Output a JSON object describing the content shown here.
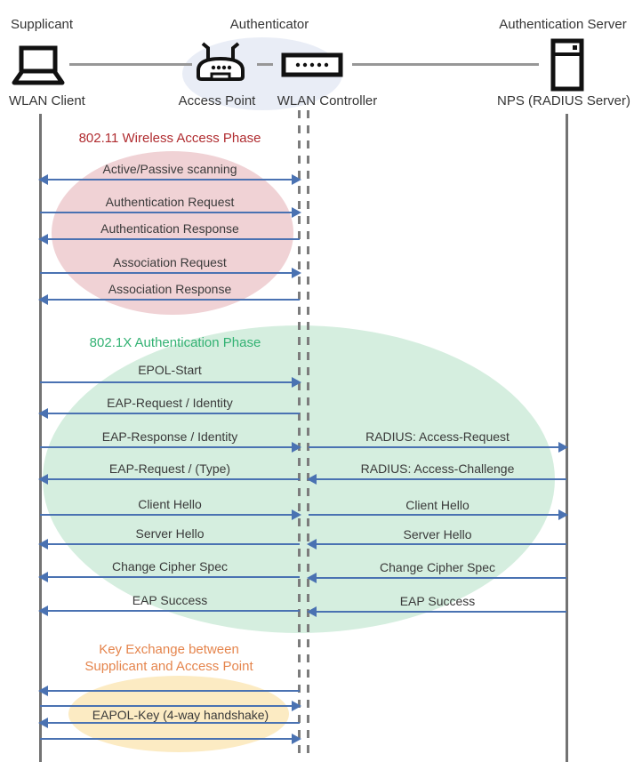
{
  "diagram": {
    "header": {
      "supplicant": {
        "role": "Supplicant",
        "device": "WLAN Client",
        "icon": "laptop-icon"
      },
      "authenticator": {
        "role": "Authenticator",
        "devices": [
          {
            "name": "Access Point",
            "icon": "access-point-icon"
          },
          {
            "name": "WLAN Controller",
            "icon": "wlan-controller-icon"
          }
        ]
      },
      "server": {
        "role": "Authentication Server",
        "device": "NPS (RADIUS Server)",
        "icon": "server-icon"
      }
    },
    "phases": {
      "wireless": {
        "title": "802.11 Wireless Access Phase",
        "title_color": "#b02c30",
        "ellipse_color": "#f0d2d5",
        "messages": [
          {
            "label": "Active/Passive scanning",
            "direction": "both"
          },
          {
            "label": "Authentication Request",
            "direction": "right"
          },
          {
            "label": "Authentication Response",
            "direction": "left"
          },
          {
            "label": "Association Request",
            "direction": "right"
          },
          {
            "label": "Association Response",
            "direction": "left"
          }
        ]
      },
      "dot1x": {
        "title": "802.1X Authentication Phase",
        "title_color": "#33b273",
        "ellipse_color": "#d5eedf",
        "client_messages": [
          {
            "label": "EPOL-Start",
            "direction": "right"
          },
          {
            "label": "EAP-Request / Identity",
            "direction": "left"
          },
          {
            "label": "EAP-Response / Identity",
            "direction": "right"
          },
          {
            "label": "EAP-Request / (Type)",
            "direction": "left"
          },
          {
            "label": "Client Hello",
            "direction": "right"
          },
          {
            "label": "Server Hello",
            "direction": "left"
          },
          {
            "label": "Change Cipher Spec",
            "direction": "left"
          },
          {
            "label": "EAP Success",
            "direction": "left"
          }
        ],
        "server_messages": [
          {
            "label": "RADIUS: Access-Request",
            "direction": "right"
          },
          {
            "label": "RADIUS: Access-Challenge",
            "direction": "left"
          },
          {
            "label": "Client Hello",
            "direction": "right"
          },
          {
            "label": "Server Hello",
            "direction": "left"
          },
          {
            "label": "Change Cipher Spec",
            "direction": "left"
          },
          {
            "label": "EAP Success",
            "direction": "left"
          }
        ]
      },
      "key_exchange": {
        "title_lines": [
          "Key Exchange between",
          "Supplicant and Access Point"
        ],
        "title_color": "#e5854d",
        "ellipse_color": "#fcebc3",
        "label": "EAPOL-Key (4-way handshake)",
        "arrow_directions": [
          "left",
          "right",
          "left",
          "right"
        ]
      }
    },
    "colors": {
      "arrow": "#4a72b2",
      "lifeline": "#737373",
      "authenticator_halo": "#e9edf6"
    }
  }
}
